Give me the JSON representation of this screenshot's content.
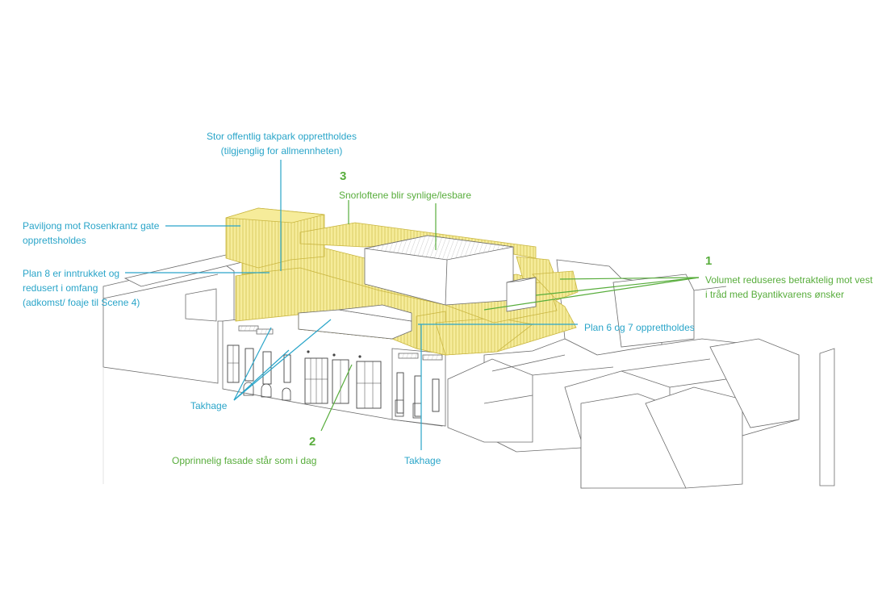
{
  "colors": {
    "blue": "#2aa5c9",
    "green": "#58ad3c",
    "highlight": "#f6ec9a",
    "highlight_stroke": "#c9b640",
    "building_stroke": "#6b6b6b"
  },
  "annotations": {
    "takpark_line1": "Stor offentlig takpark opprettholdes",
    "takpark_line2": "(tilgjenglig for allmennheten)",
    "paviljong_line1": "Paviljong mot Rosenkrantz gate",
    "paviljong_line2": "opprettsholdes",
    "plan8_line1": "Plan 8 er inntrukket og",
    "plan8_line2": "redusert i omfang",
    "plan8_line3": "(adkomst/ foaje til Scene 4)",
    "num3": "3",
    "snorloft": "Snorloftene blir synlige/lesbare",
    "num1": "1",
    "volumet_line1": "Volumet reduseres betraktelig mot vest",
    "volumet_line2": "i tråd med Byantikvarens ønsker",
    "plan67": "Plan 6 og 7 opprettholdes",
    "takhage_left": "Takhage",
    "takhage_right": "Takhage",
    "num2": "2",
    "fasade": "Opprinnelig fasade står som i dag"
  }
}
